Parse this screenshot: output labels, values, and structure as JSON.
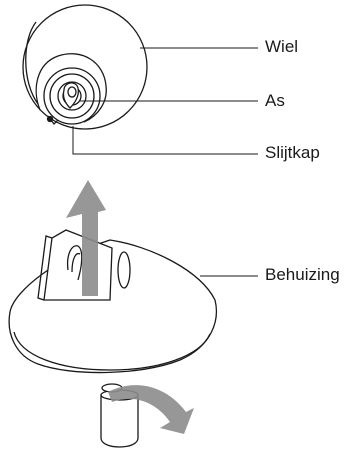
{
  "labels": {
    "wheel": "Wiel",
    "axle": "As",
    "wear_cap": "Slijtkap",
    "housing": "Behuizing"
  },
  "colors": {
    "line": "#1a1a1a",
    "arrow": "#8c8c8c",
    "background": "#ffffff"
  }
}
